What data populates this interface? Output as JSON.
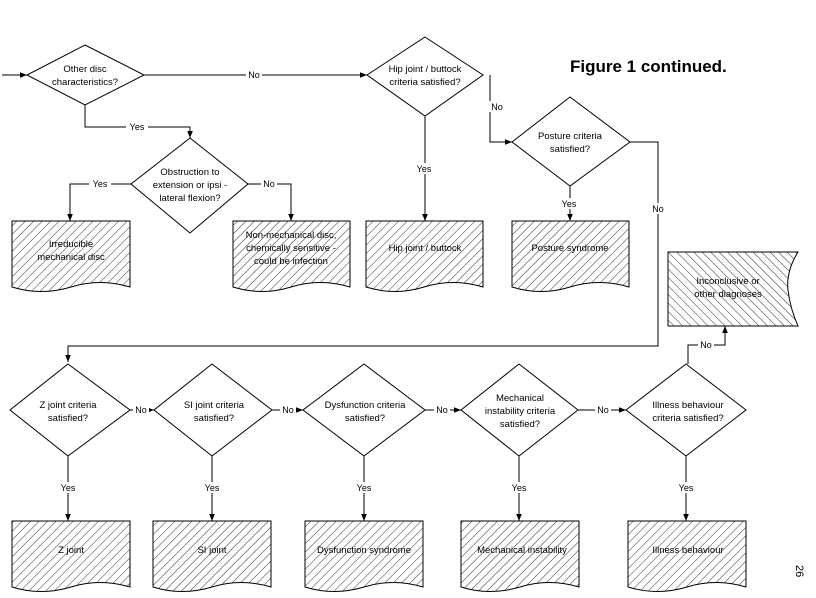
{
  "title": "Figure 1 continued.",
  "page_number": "26",
  "decisions": {
    "other_disc": [
      "Other disc",
      "characteristics?"
    ],
    "obstruction": [
      "Obstruction to",
      "extension or ipsi -",
      "lateral flexion?"
    ],
    "hip_joint": [
      "Hip joint / buttock",
      "criteria satisfied?"
    ],
    "posture": [
      "Posture  criteria",
      "satisfied?"
    ],
    "z_joint": [
      "Z joint criteria",
      "satisfied?"
    ],
    "si_joint": [
      "SI joint criteria",
      "satisfied?"
    ],
    "dysfunction": [
      "Dysfunction  criteria",
      "satisfied?"
    ],
    "mechanical_instability": [
      "Mechanical",
      "instability criteria",
      "satisfied?"
    ],
    "illness_behaviour": [
      "Illness behaviour",
      "criteria satisfied?"
    ]
  },
  "outcomes": {
    "irreducible": [
      "Irreducible",
      "mechanical disc"
    ],
    "non_mechanical": [
      "Non-mechanical disc,",
      "chemically sensitive -",
      "could be infection"
    ],
    "hip_buttock": [
      "Hip joint / buttock"
    ],
    "posture_syndrome": [
      "Posture syndrome"
    ],
    "inconclusive": [
      "Inconclusive or",
      "other diagnoses"
    ],
    "z_joint": [
      "Z joint"
    ],
    "si_joint": [
      "SI joint"
    ],
    "dysfunction_syndrome": [
      "Dysfunction syndrome"
    ],
    "mechanical_instability": [
      "Mechanical instability"
    ],
    "illness_behaviour": [
      "Illness behaviour"
    ]
  },
  "edge_labels": {
    "other_disc_no": "No",
    "other_disc_yes": "Yes",
    "obstruction_yes": "Yes",
    "obstruction_no": "No",
    "hip_yes": "Yes",
    "hip_no": "No",
    "posture_yes": "Yes",
    "posture_no": "No",
    "z_no": "No",
    "si_no": "No",
    "dysfunction_no": "No",
    "mechanical_no": "No",
    "illness_no": "No",
    "z_yes": "Yes",
    "si_yes": "Yes",
    "dysfunction_yes": "Yes",
    "mechanical_yes": "Yes",
    "illness_yes": "Yes"
  }
}
